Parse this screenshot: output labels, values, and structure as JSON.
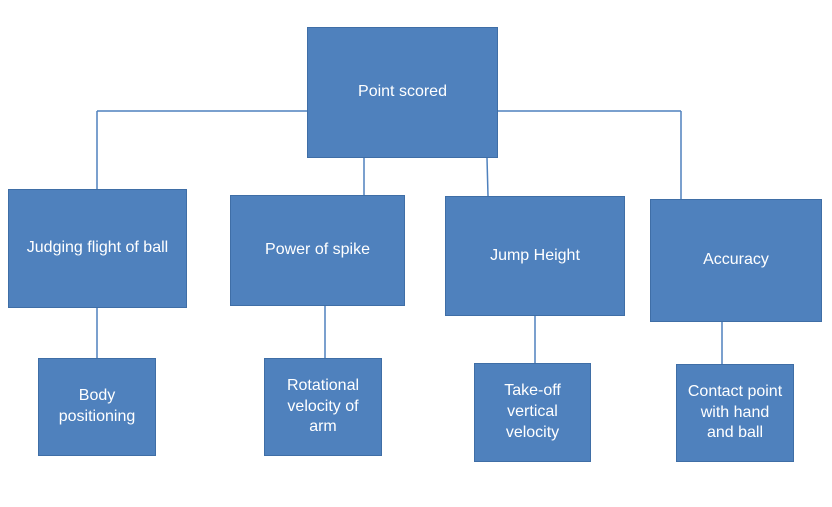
{
  "diagram": {
    "root": {
      "label": "Point scored"
    },
    "factors": [
      {
        "label": "Judging flight of ball",
        "sub": "Body\npositioning"
      },
      {
        "label": "Power of spike",
        "sub": "Rotational\nvelocity of\narm"
      },
      {
        "label": "Jump Height",
        "sub": "Take-off\nvertical\nvelocity"
      },
      {
        "label": "Accuracy",
        "sub": "Contact point\nwith hand\nand ball"
      }
    ]
  },
  "colors": {
    "box_fill": "#4f81bd",
    "box_border": "#3f6ea6",
    "connector": "#4f81bd",
    "text": "#ffffff"
  }
}
